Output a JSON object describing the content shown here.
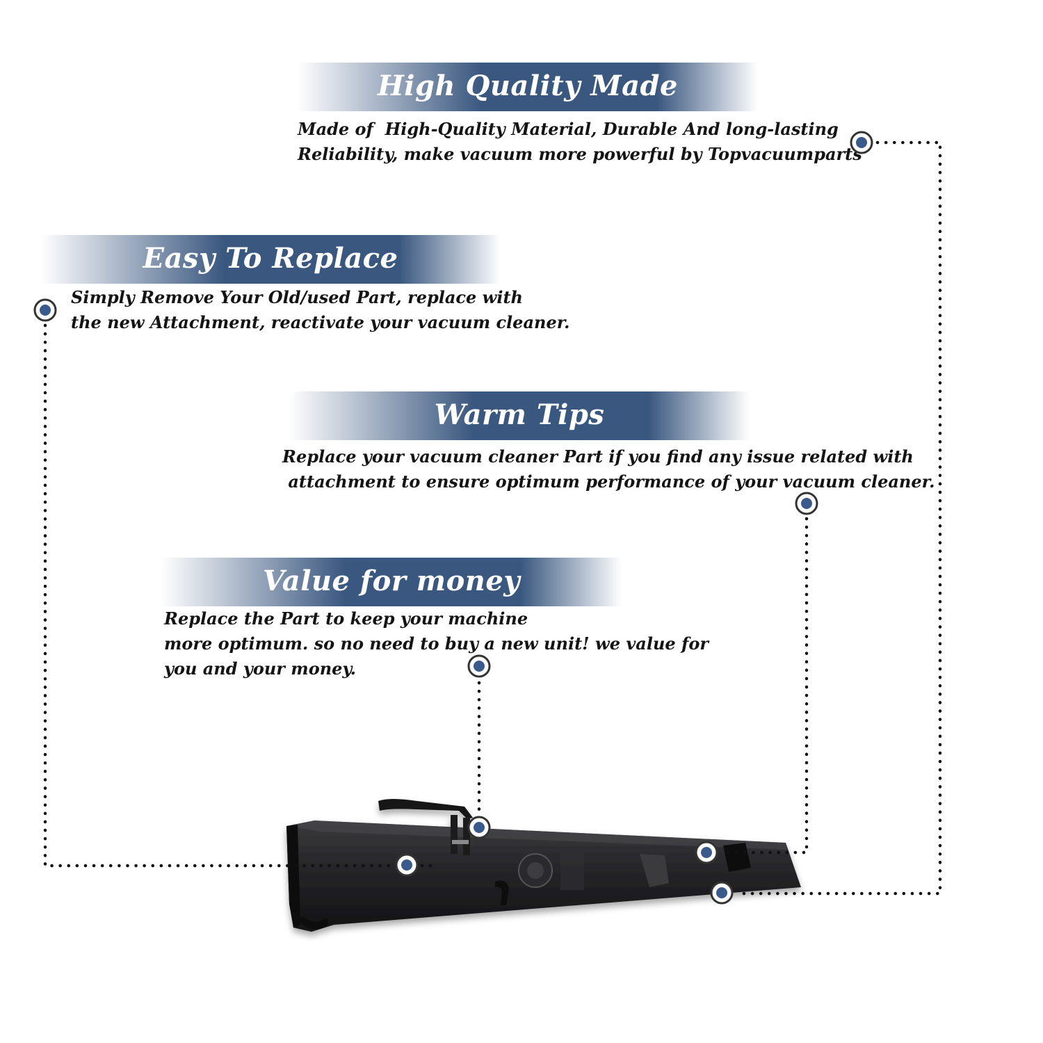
{
  "theme": {
    "banner_dark": "#3a577f",
    "banner_fade": "#ffffff",
    "marker_fill": "#3a5a8c",
    "marker_ring": "#333333",
    "dots": "#111111",
    "part_color": "#1d1d1f"
  },
  "features": [
    {
      "title": "High Quality Made",
      "lines": [
        "Made of  High-Quality Material, Durable And long-lasting",
        "Reliability, make vacuum more powerful by Topvacuumparts"
      ]
    },
    {
      "title": "Easy To Replace",
      "lines": [
        "Simply Remove Your Old/used Part, replace with",
        "the new Attachment, reactivate your vacuum cleaner."
      ]
    },
    {
      "title": "Warm Tips",
      "lines": [
        "Replace your vacuum cleaner Part if you find any issue related with",
        " attachment to ensure optimum performance of your vacuum cleaner."
      ]
    },
    {
      "title": "Value for money",
      "lines": [
        "Replace the Part to keep your machine",
        "more optimum. so no need to buy a new unit! we value for",
        "you and your money."
      ]
    }
  ],
  "product": {
    "icon": "vacuum-handle-part-image"
  }
}
